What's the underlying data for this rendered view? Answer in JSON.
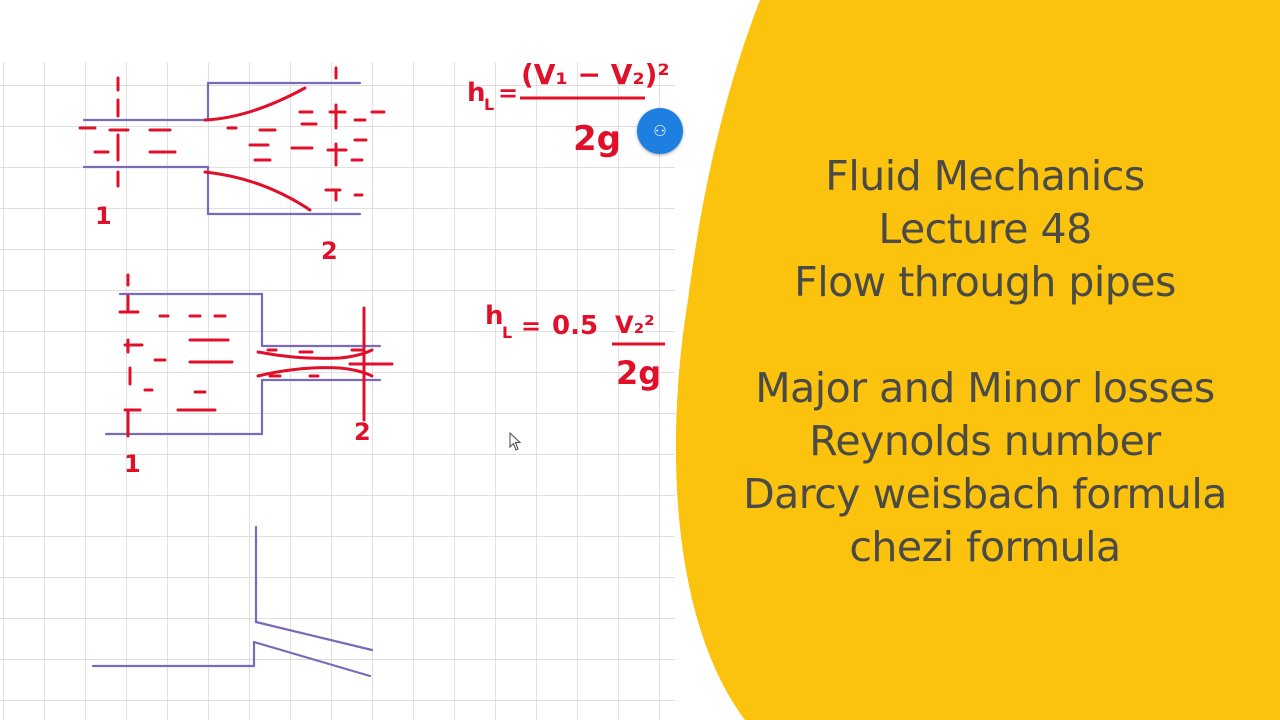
{
  "title_block": {
    "line1": "Fluid Mechanics",
    "line2": "Lecture 48",
    "line3": "Flow through pipes",
    "line4": "Major and Minor losses",
    "line5": "Reynolds number",
    "line6": "Darcy weisbach formula",
    "line7": "chezi formula"
  },
  "board": {
    "formula1": {
      "lhs": "h",
      "sub": "L",
      "eq": "=",
      "num": "(V₁ − V₂)²",
      "den": "2g"
    },
    "formula2": {
      "lhs": "h",
      "sub": "L",
      "eq": "=",
      "coef": "0.5",
      "num": "V₂²",
      "den": "2g"
    },
    "diagram1_labels": {
      "section_a": "1",
      "section_b": "2"
    },
    "diagram2_labels": {
      "section_a": "1",
      "section_b": "2"
    }
  },
  "user_badge": {
    "icon": "person-icon",
    "glyph": "⚇"
  },
  "colors": {
    "banner": "#fbc20e",
    "ink_red": "#e0102a",
    "ink_purple": "#7a6ab8",
    "grid": "#d9d9d9",
    "title_text": "#4a4a46",
    "badge_blue": "#1e7fe0"
  }
}
